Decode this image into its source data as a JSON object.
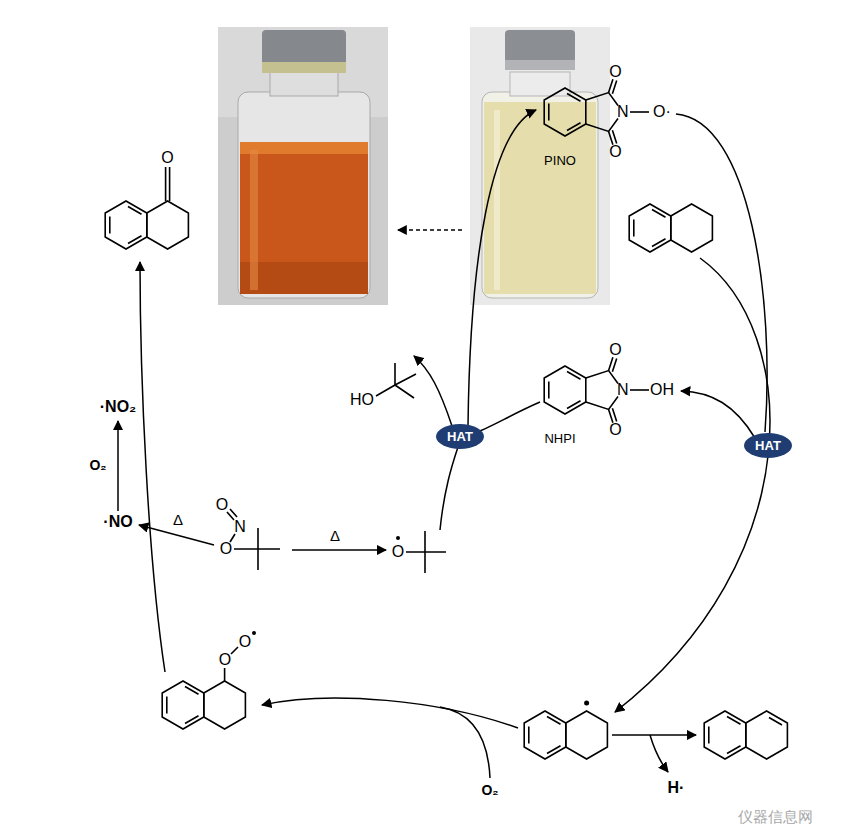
{
  "diagram": {
    "nodes": [
      {
        "text": [
          "HAT"
        ]
      },
      {
        "text": [
          "HAT"
        ]
      }
    ],
    "labels": [
      "O",
      "·NO₂",
      "O₂",
      "·NO",
      "Δ",
      "O",
      "N",
      "O",
      "Δ",
      "O",
      "HO",
      "O",
      "N",
      "O·",
      "O",
      "PINO",
      "O",
      "N",
      "OH",
      "O",
      "NHPI",
      "H·",
      "O",
      "O",
      "O₂",
      "仪器信息网"
    ]
  }
}
